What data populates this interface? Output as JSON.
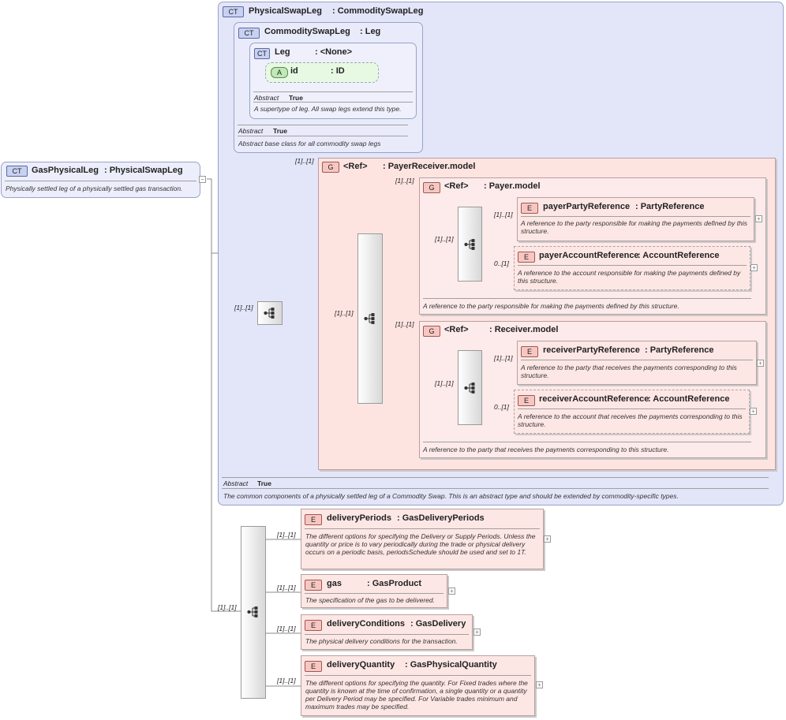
{
  "badges": {
    "ct": "CT",
    "e": "E",
    "g": "G",
    "a": "A"
  },
  "root": {
    "name": "GasPhysicalLeg",
    "type": ": PhysicalSwapLeg",
    "description": "Physically settled leg of a physically settled gas transaction.",
    "collapse": "−"
  },
  "physical_swap_leg": {
    "name": "PhysicalSwapLeg",
    "type": ": CommoditySwapLeg",
    "abstract_label": "Abstract",
    "abstract_value": "True",
    "description": "The common components of a physically settled leg of a Commodity Swap. This is an abstract type and should be extended by commodity-specific types."
  },
  "commodity_swap_leg": {
    "name": "CommoditySwapLeg",
    "type": ": Leg",
    "abstract_label": "Abstract",
    "abstract_value": "True",
    "description": "Abstract base class for all commodity swap legs"
  },
  "leg": {
    "name": "Leg",
    "type": ": <None>",
    "abstract_label": "Abstract",
    "abstract_value": "True",
    "description": "A supertype of leg. All swap legs extend this type.",
    "attribute": {
      "name": "id",
      "type": ": ID"
    }
  },
  "payer_receiver_model": {
    "ref": "<Ref>",
    "type": ": PayerReceiver.model",
    "mult_outer": "[1]..[1]",
    "mult_seq": "[1]..[1]"
  },
  "payer_model": {
    "ref": "<Ref>",
    "type": ": Payer.model",
    "mult": "[1]..[1]",
    "mult_seq": "[1]..[1]",
    "description": "A reference to the party responsible for making the payments defined by this structure.",
    "elements": [
      {
        "name": "payerPartyReference",
        "type": ": PartyReference",
        "mult": "[1]..[1]",
        "description": "A reference to the party responsible for making the payments defined by this structure."
      },
      {
        "name": "payerAccountReference",
        "type": ": AccountReference",
        "mult": "0..[1]",
        "description": "A reference to the account responsible for making the payments defined by this structure."
      }
    ]
  },
  "receiver_model": {
    "ref": "<Ref>",
    "type": ": Receiver.model",
    "mult": "[1]..[1]",
    "mult_seq": "[1]..[1]",
    "description": "A reference to the party that receives the payments corresponding to this structure.",
    "elements": [
      {
        "name": "receiverPartyReference",
        "type": ": PartyReference",
        "mult": "[1]..[1]",
        "description": "A reference to the party that receives the payments corresponding to this structure."
      },
      {
        "name": "receiverAccountReference",
        "type": ": AccountReference",
        "mult": "0..[1]",
        "description": "A reference to the account that receives the payments corresponding to this structure."
      }
    ]
  },
  "swap_leg_sequence_mult": "[1]..[1]",
  "gas_sequence_mult": "[1]..[1]",
  "gas_elements": [
    {
      "name": "deliveryPeriods",
      "type": ": GasDeliveryPeriods",
      "mult": "[1]..[1]",
      "description": "The different options for specifying the Delivery or Supply Periods. Unless the quantity or price is to vary periodically during the trade or physical delivery occurs on a periodic basis, periodsSchedule should be used and set to 1T."
    },
    {
      "name": "gas",
      "type": ": GasProduct",
      "mult": "[1]..[1]",
      "description": "The specification of the gas to be delivered."
    },
    {
      "name": "deliveryConditions",
      "type": ": GasDelivery",
      "mult": "[1]..[1]",
      "description": "The physical delivery conditions for the transaction."
    },
    {
      "name": "deliveryQuantity",
      "type": ": GasPhysicalQuantity",
      "mult": "[1]..[1]",
      "description": "The different options for specifying the quantity. For Fixed trades where the quantity is known at the time of confirmation, a single quantity or a quantity per Delivery Period may be specified. For Variable trades minimum and maximum trades may be specified."
    }
  ],
  "expand": "+",
  "icons": {
    "sequence": "sequence-compositor-icon"
  },
  "colors": {
    "complex_type_bg": "#e9ebfb",
    "element_bg": "#fde7e5",
    "group_bg": "#fde4e1"
  }
}
